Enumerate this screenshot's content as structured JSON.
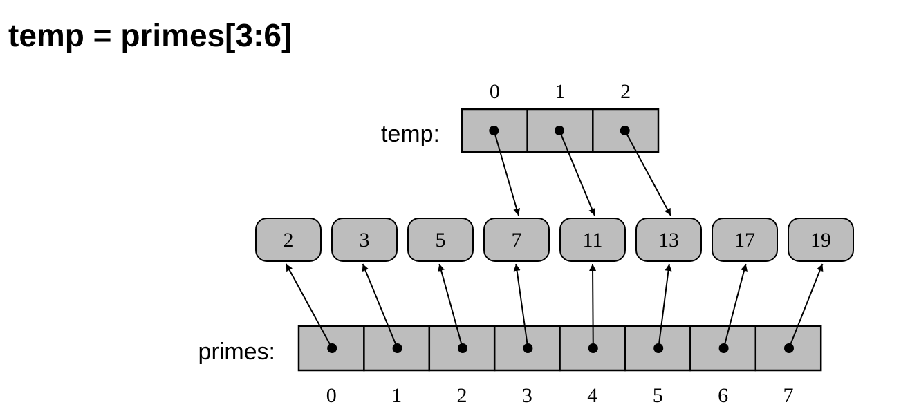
{
  "title": "temp = primes[3:6]",
  "temp": {
    "label": "temp:",
    "indices": [
      "0",
      "1",
      "2"
    ],
    "targets": [
      3,
      4,
      5
    ]
  },
  "objects": [
    "2",
    "3",
    "5",
    "7",
    "11",
    "13",
    "17",
    "19"
  ],
  "primes": {
    "label": "primes:",
    "indices": [
      "0",
      "1",
      "2",
      "3",
      "4",
      "5",
      "6",
      "7"
    ],
    "targets": [
      0,
      1,
      2,
      3,
      4,
      5,
      6,
      7
    ]
  }
}
